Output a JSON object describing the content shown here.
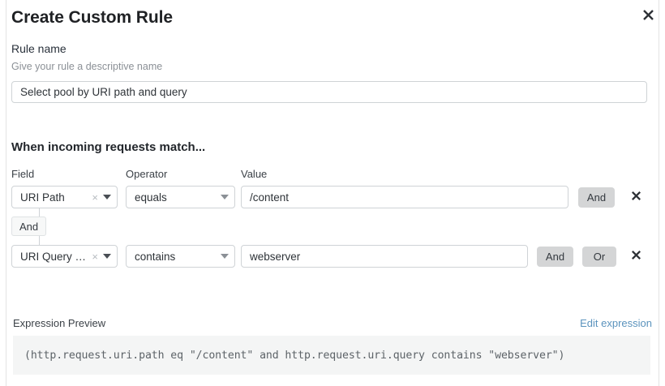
{
  "dialog": {
    "title": "Create Custom Rule",
    "close_icon": "close-icon"
  },
  "rule_name": {
    "label": "Rule name",
    "hint": "Give your rule a descriptive name",
    "value": "Select pool by URI path and query",
    "placeholder": "Select pool by URI path and query"
  },
  "match": {
    "heading": "When incoming requests match...",
    "columns": {
      "field": "Field",
      "operator": "Operator",
      "value": "Value"
    },
    "rows": [
      {
        "field": "URI Path",
        "clear_glyph": "×",
        "operator": "equals",
        "value": "/content",
        "value_placeholder": "/content",
        "logic_buttons": [
          "And"
        ],
        "delete_icon": "close-icon"
      },
      {
        "field": "URI Query St...",
        "clear_glyph": "×",
        "operator": "contains",
        "value": "webserver",
        "value_placeholder": "webserver",
        "logic_buttons": [
          "And",
          "Or"
        ],
        "delete_icon": "close-icon"
      }
    ],
    "connector": "And"
  },
  "expression": {
    "label": "Expression Preview",
    "edit_link": "Edit expression",
    "preview": "(http.request.uri.path eq \"/content\" and http.request.uri.query contains \"webserver\")"
  },
  "colors": {
    "accent_link": "#5b93bd",
    "button_gray": "#d4d5d6",
    "border": "#cfd3d6",
    "preview_bg": "#f4f5f5",
    "text_primary": "#22262b",
    "text_muted": "#8b9096"
  }
}
